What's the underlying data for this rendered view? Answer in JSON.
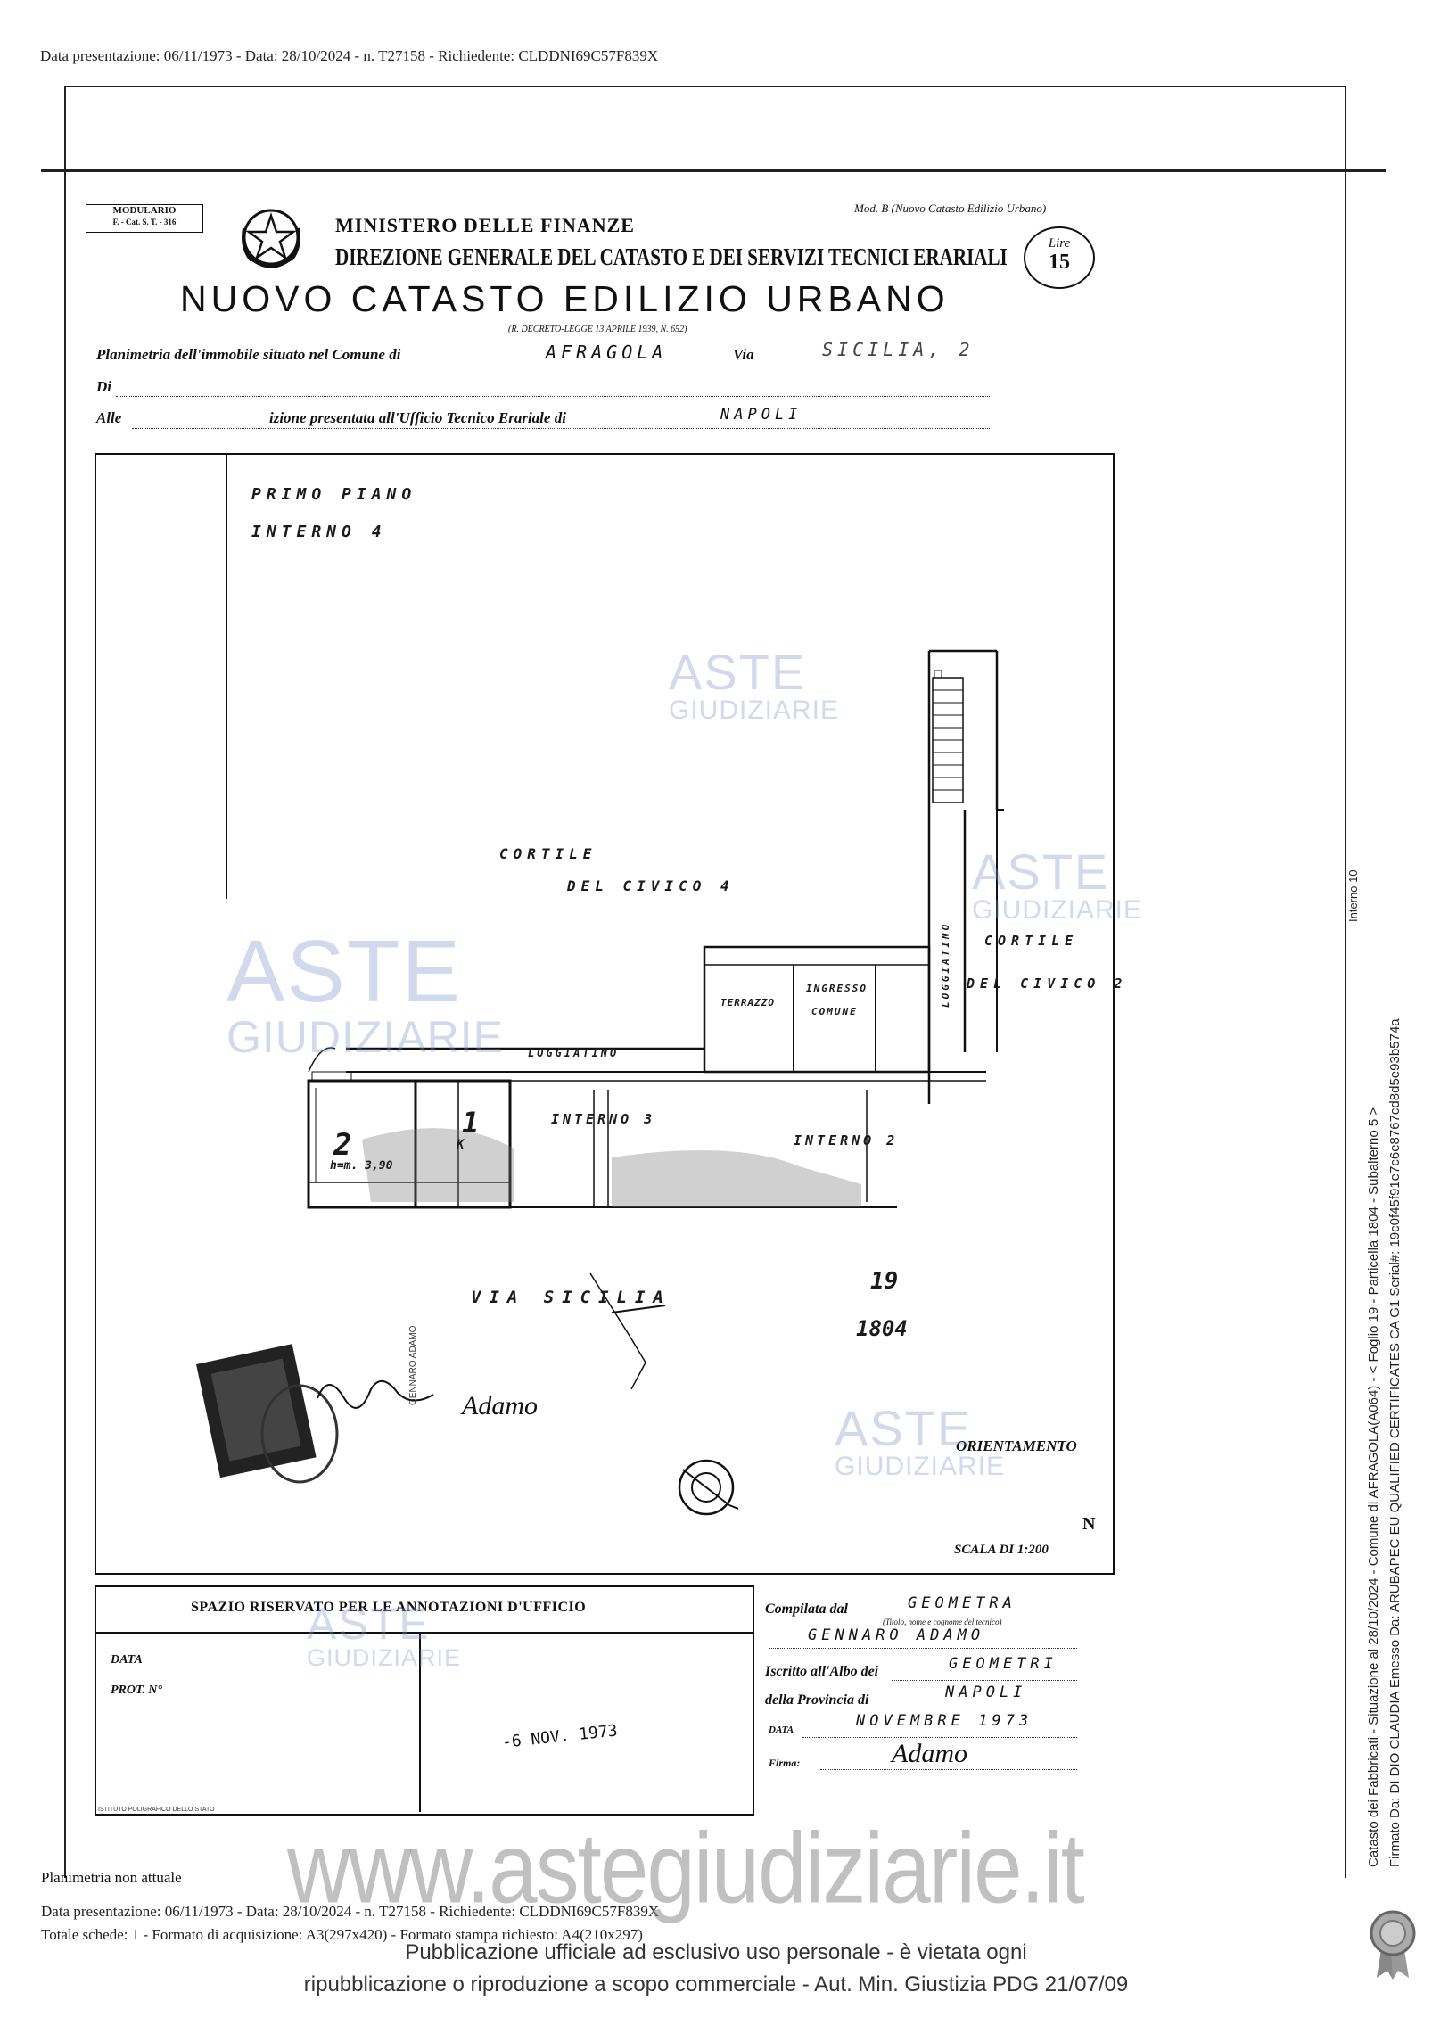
{
  "header": {
    "top_line": "Data presentazione: 06/11/1973 - Data: 28/10/2024 - n. T27158 - Richiedente: CLDDNI69C57F839X"
  },
  "form": {
    "modulario_label": "MODULARIO",
    "modulario_code": "F. - Cat. S. T. - 316",
    "ministry": "MINISTERO DELLE FINANZE",
    "direction": "DIREZIONE GENERALE DEL CATASTO E DEI SERVIZI TECNICI ERARIALI",
    "model": "Mod. B (Nuovo Catasto Edilizio Urbano)",
    "title": "NUOVO CATASTO EDILIZIO URBANO",
    "stamp_lire": "Lire",
    "stamp_value": "15",
    "decree": "(R. DECRETO-LEGGE 13 APRILE 1939, N. 652)",
    "line1_label": "Planimetria dell'immobile situato nel Comune di",
    "comune_value": "AFRAGOLA",
    "via_label": "Via",
    "via_value": "SICILIA, 2",
    "line2_label": "Di",
    "line3_label": "Alle",
    "line3_text": "izione presentata all'Ufficio Tecnico Erariale di",
    "ufficio_value": "NAPOLI"
  },
  "plan": {
    "floor": "PRIMO PIANO",
    "interno": "INTERNO 4",
    "cortile_civico4_a": "CORTILE",
    "cortile_civico4_b": "DEL CIVICO 4",
    "cortile_civico2_a": "CORTILE",
    "cortile_civico2_b": "DEL CIVICO 2",
    "loggiatino_v": "LOGGIATINO",
    "loggiatino_h": "LOGGIATINO",
    "terrazzo": "TERRAZZO",
    "ingresso_a": "INGRESSO",
    "ingresso_b": "COMUNE",
    "interno3": "INTERNO 3",
    "interno2": "INTERNO 2",
    "room2": "2",
    "room1": "1",
    "room_k": "K",
    "height": "h=m. 3,90",
    "street": "VIA SICILIA",
    "foglio_top": "19",
    "foglio_bottom": "1804",
    "orientamento": "ORIENTAMENTO",
    "north": "N",
    "scala": "SCALA DI 1:200",
    "signature": "Adamo",
    "stamp_text": "GENNARO ADAMO"
  },
  "annotations": {
    "box_title": "SPAZIO RISERVATO PER LE ANNOTAZIONI D'UFFICIO",
    "data_label": "DATA",
    "prot_label": "PROT. N°",
    "stamp_date": "-6 NOV. 1973",
    "printer": "ISTITUTO POLIGRAFICO DELLO STATO"
  },
  "compiler": {
    "compilata_label": "Compilata dal",
    "compilata_value": "GEOMETRA",
    "title_note": "(Titolo, nome e cognome del tecnico)",
    "name_value": "GENNARO ADAMO",
    "albo_label": "Iscritto all'Albo dei",
    "albo_value": "GEOMETRI",
    "provincia_label": "della Provincia di",
    "provincia_value": "NAPOLI",
    "data_label": "DATA",
    "data_value": "NOVEMBRE 1973",
    "firma_label": "Firma:",
    "firma_value": "Adamo"
  },
  "watermark": {
    "aste": "ASTE",
    "giudiziarie": "GIUDIZIARIE"
  },
  "footer": {
    "non_attuale": "Planimetria non attuale",
    "line_data": "Data presentazione: 06/11/1973 - Data: 28/10/2024 - n. T27158 - Richiedente: CLDDNI69C57F839X",
    "line_schede": "Totale schede: 1 - Formato di acquisizione: A3(297x420) - Formato stampa richiesto: A4(210x297)",
    "website": "www.astegiudiziarie.it",
    "notice_1": "Pubblicazione ufficiale ad esclusivo uso personale - è vietata ogni",
    "notice_2": "ripubblicazione o riproduzione a scopo commerciale - Aut. Min. Giustizia PDG 21/07/09"
  },
  "side": {
    "line1": "Catasto dei Fabbricati - Situazione al 28/10/2024 - Comune di AFRAGOLA(A064) - < Foglio 19 - Particella 1804 - Subalterno 5 >",
    "line2": "Firmato Da: DI DIO CLAUDIA Emesso Da: ARUBAPEC EU QUALIFIED CERTIFICATES CA G1 Serial#: 19c0f45f91e7c6e8767cd8d5e93b574a",
    "line3": "Interno 10"
  }
}
